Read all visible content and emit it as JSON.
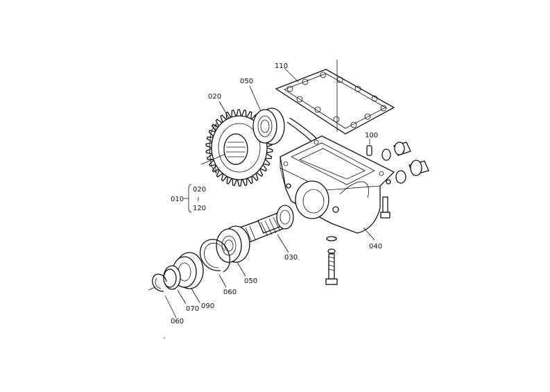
{
  "labels": {
    "p010": "010",
    "p020": "020",
    "p020_group": "020",
    "p030": "030",
    "p040": "040",
    "p050_top": "050",
    "p050_bottom": "050",
    "p060_bottom": "060",
    "p060_ring": "060",
    "p070": "070",
    "p090": "090",
    "p100": "100",
    "p110": "110",
    "p120_group": "120",
    "range_mark": "≀"
  }
}
